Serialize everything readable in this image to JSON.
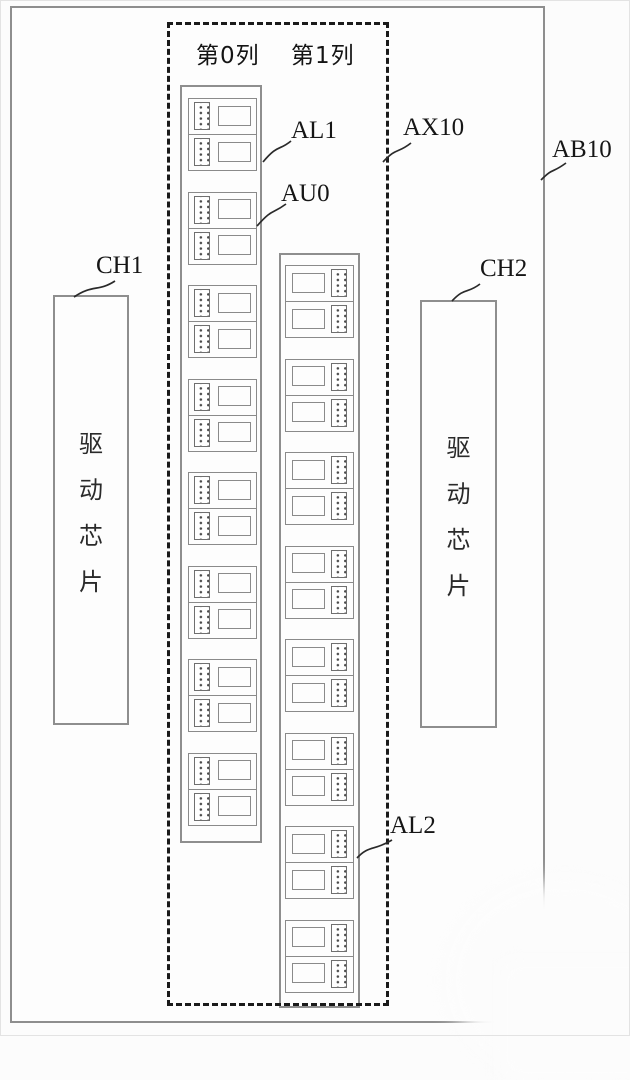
{
  "figure": {
    "labels": {
      "board": "AB10",
      "array_region": "AX10",
      "unit_al1": "AL1",
      "unit_au0": "AU0",
      "unit_al2": "AL2",
      "chip_left": "CH1",
      "chip_right": "CH2",
      "column_left_header": "第0列",
      "column_right_header": "第1列"
    },
    "driver_chip_text": [
      "驱",
      "动",
      "芯",
      "片"
    ],
    "columns": [
      {
        "id": "col0",
        "header": "第0列",
        "groups": 8,
        "units_per_group": 2,
        "pad_side": "left"
      },
      {
        "id": "col1",
        "header": "第1列",
        "groups": 8,
        "units_per_group": 2,
        "pad_side": "right"
      }
    ],
    "colors": {
      "line": "#8e8e8e",
      "dashed_border": "#1a1a1a",
      "text": "#1c1c1c",
      "background": "#fcfcfc"
    }
  }
}
